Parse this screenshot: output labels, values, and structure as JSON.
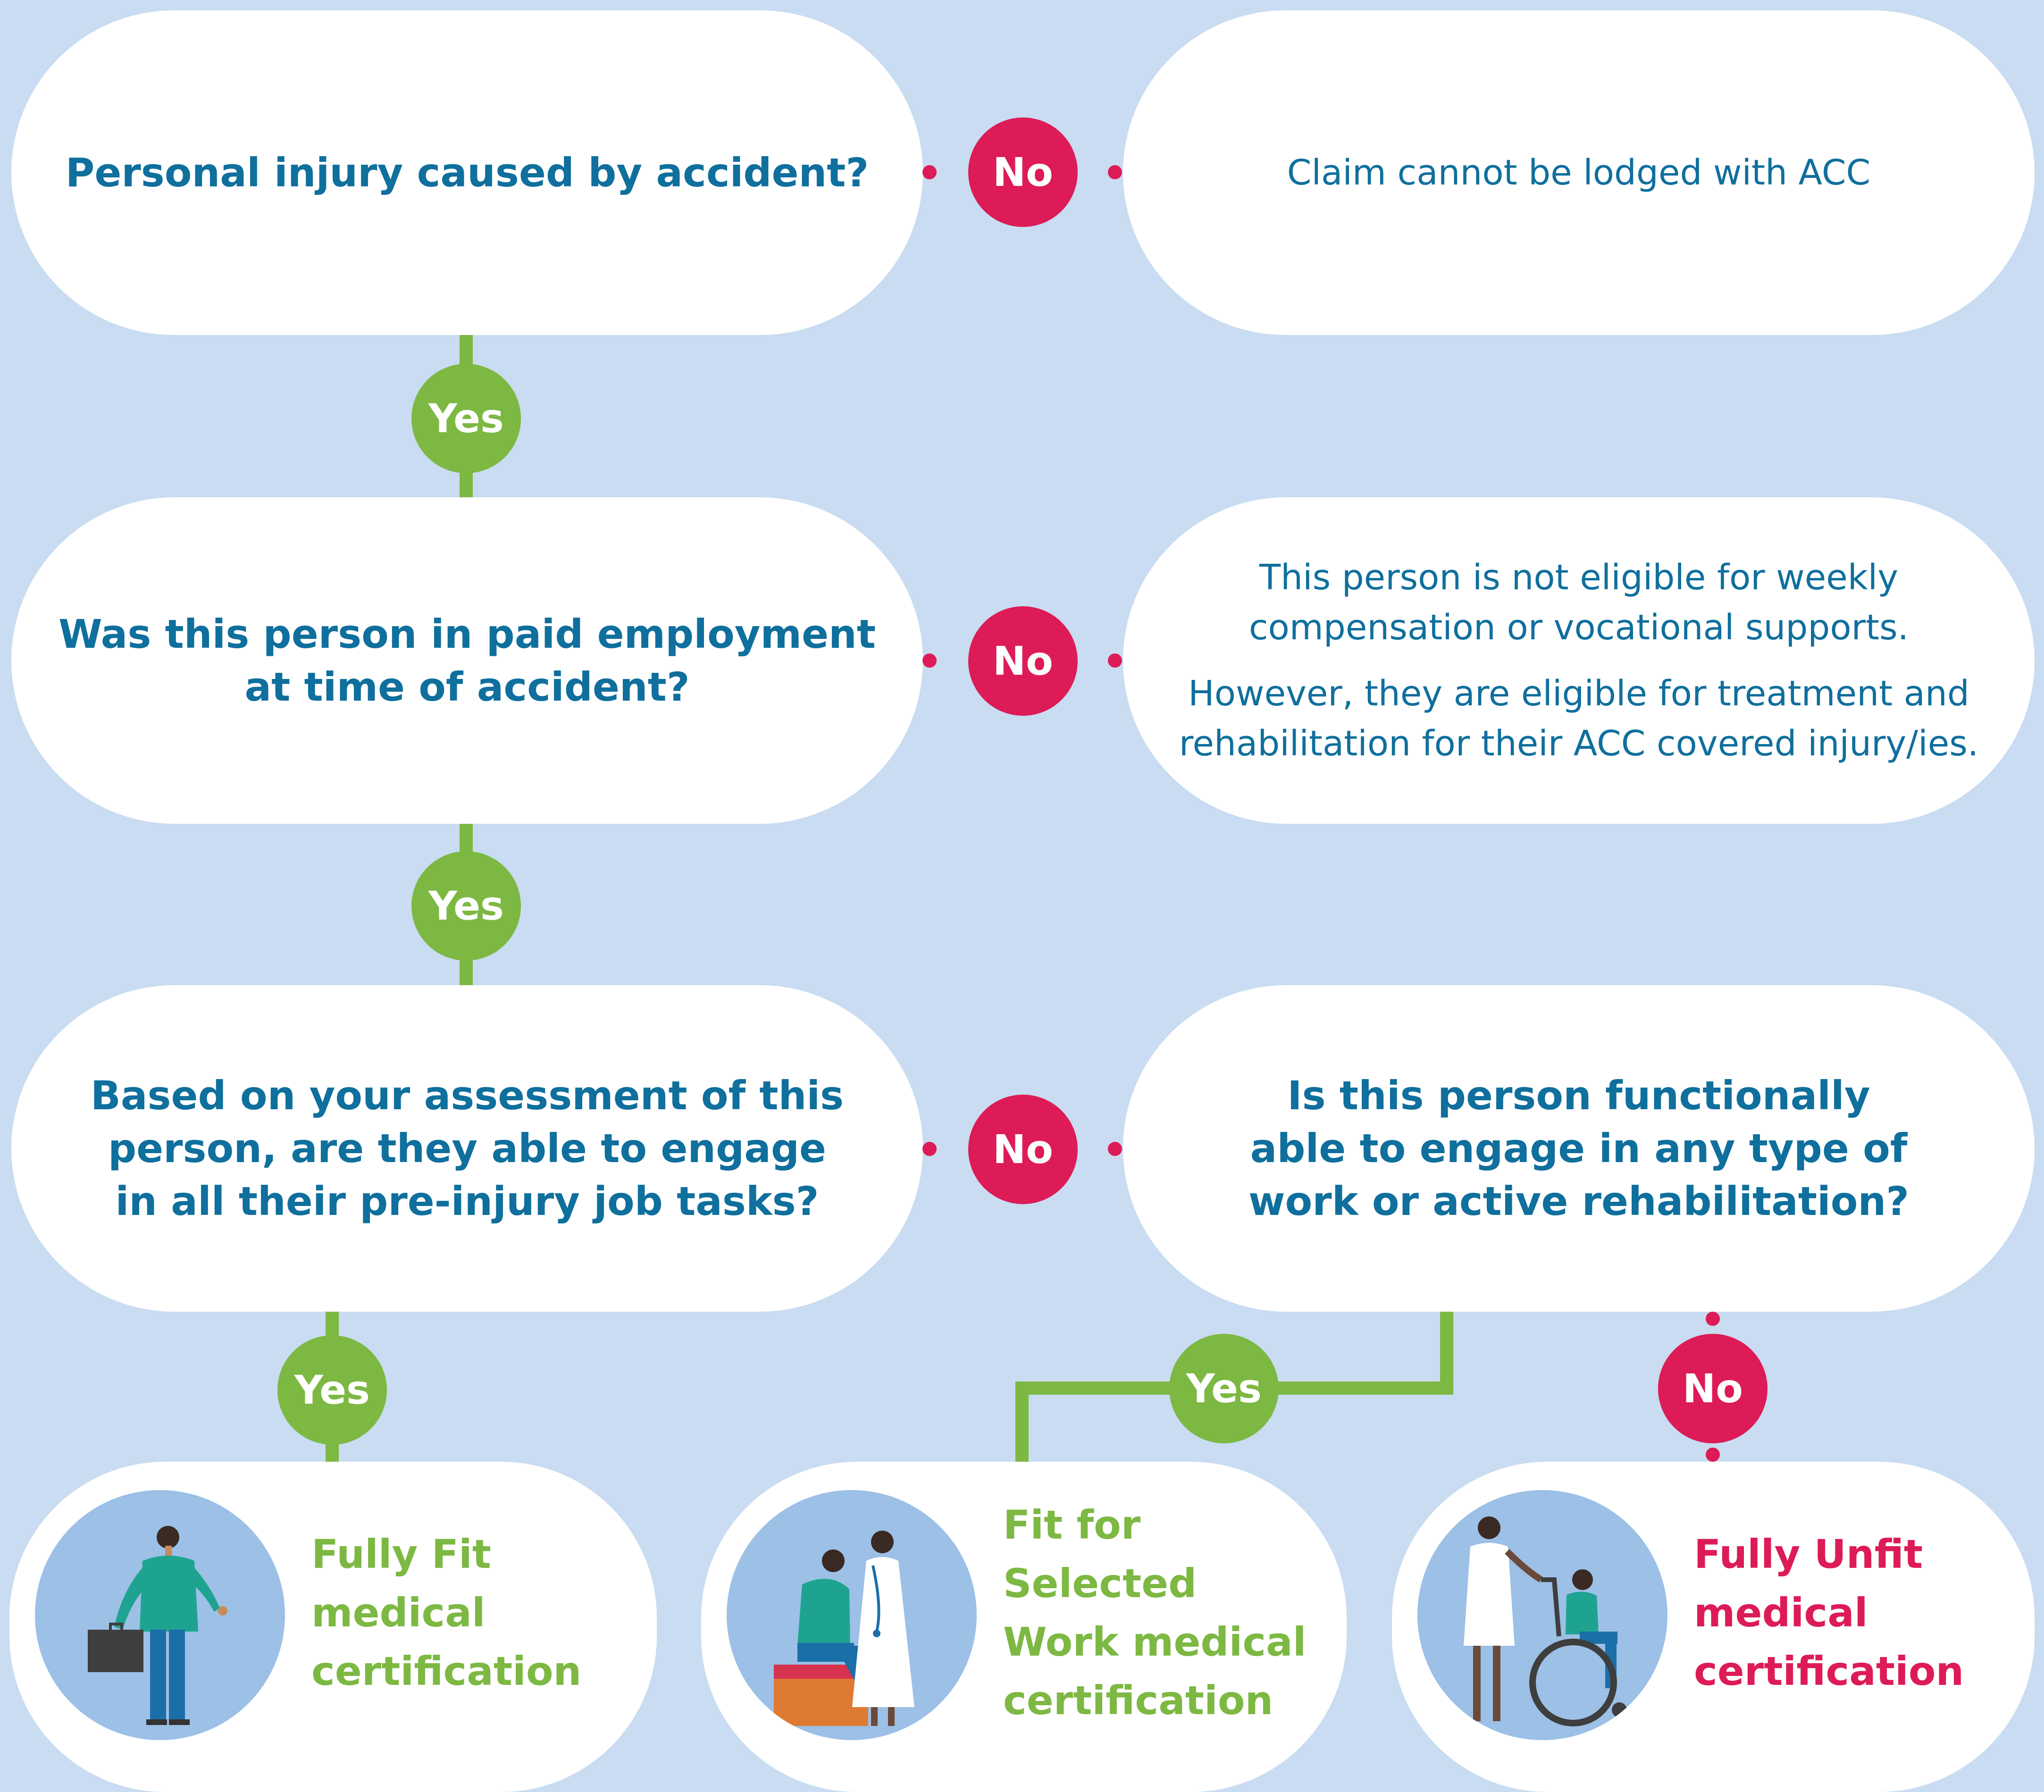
{
  "colors": {
    "background": "#c9dcf1",
    "question_text": "#0f6f9d",
    "yes_badge": "#7db843",
    "no_badge": "#dd1b57"
  },
  "rows": [
    {
      "question": [
        "Personal injury caused by accident?"
      ],
      "no_label": "No",
      "no_result": [
        "Claim cannot be lodged with ACC"
      ],
      "yes_label": "Yes"
    },
    {
      "question": [
        "Was this person in paid employment",
        "at time of accident?"
      ],
      "no_label": "No",
      "no_result_p1": [
        "This person is not eligible for weekly",
        "compensation or vocational supports."
      ],
      "no_result_p2": [
        "However, they are eligible for treatment and",
        "rehabilitation for their ACC covered injury/ies."
      ],
      "yes_label": "Yes"
    },
    {
      "question": [
        "Based on your assessment of this",
        "person, are they able to engage",
        "in all their pre-injury job tasks?"
      ],
      "no_label": "No",
      "no_question": [
        "Is this person functionally",
        "able to engage in any type of",
        "work or active rehabilitation?"
      ],
      "yes_label": "Yes",
      "branch_yes_label": "Yes",
      "branch_no_label": "No"
    }
  ],
  "outcomes": [
    {
      "lines": [
        "Fully Fit",
        "medical",
        "certification"
      ],
      "color": "#7db843",
      "icon": "person-with-briefcase-icon"
    },
    {
      "lines": [
        "Fit for Selected",
        "Work medical",
        "certification"
      ],
      "color": "#7db843",
      "icon": "patient-with-doctor-icon"
    },
    {
      "lines": [
        "Fully Unfit",
        "medical",
        "certification"
      ],
      "color": "#dd1b57",
      "icon": "wheelchair-with-carer-icon"
    }
  ]
}
